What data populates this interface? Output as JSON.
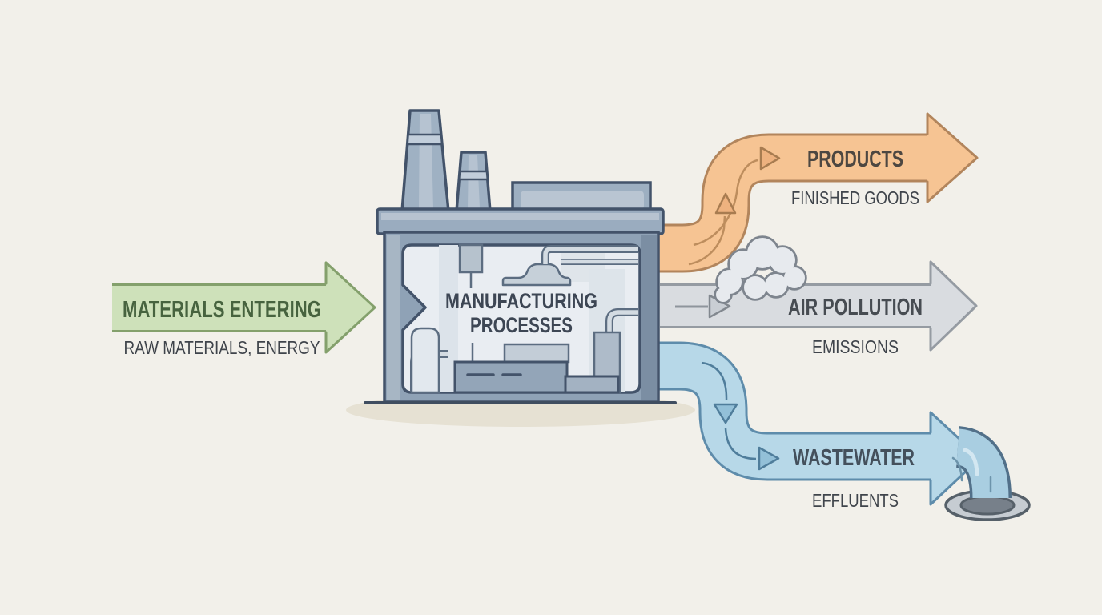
{
  "diagram": {
    "type": "process-flow",
    "background_color": "#f2f0ea",
    "input": {
      "label": "MATERIALS ENTERING",
      "sublabel": "RAW MATERIALS, ENERGY",
      "arrow_color": "#cee1ba",
      "outline_color": "#84a06c",
      "label_color": "#47633f"
    },
    "process": {
      "line1": "MANUFACTURING",
      "line2": "PROCESSES",
      "icon": "factory-icon",
      "label_color": "#3d4654"
    },
    "outputs": {
      "products": {
        "label": "PRODUCTS",
        "sublabel": "FINISHED GOODS",
        "arrow_color": "#f6c493",
        "outline_color": "#b2855c"
      },
      "air_pollution": {
        "label": "AIR POLLUTION",
        "sublabel": "EMISSIONS",
        "arrow_color": "#d9dce0",
        "outline_color": "#959ba2",
        "icon": "smoke-cloud-icon"
      },
      "wastewater": {
        "label": "WASTEWATER",
        "sublabel": "EFFLUENTS",
        "arrow_color": "#b7d8e8",
        "outline_color": "#5e8cab",
        "icon": "drain-pipe-icon"
      }
    },
    "text_color": "#3f444b"
  }
}
